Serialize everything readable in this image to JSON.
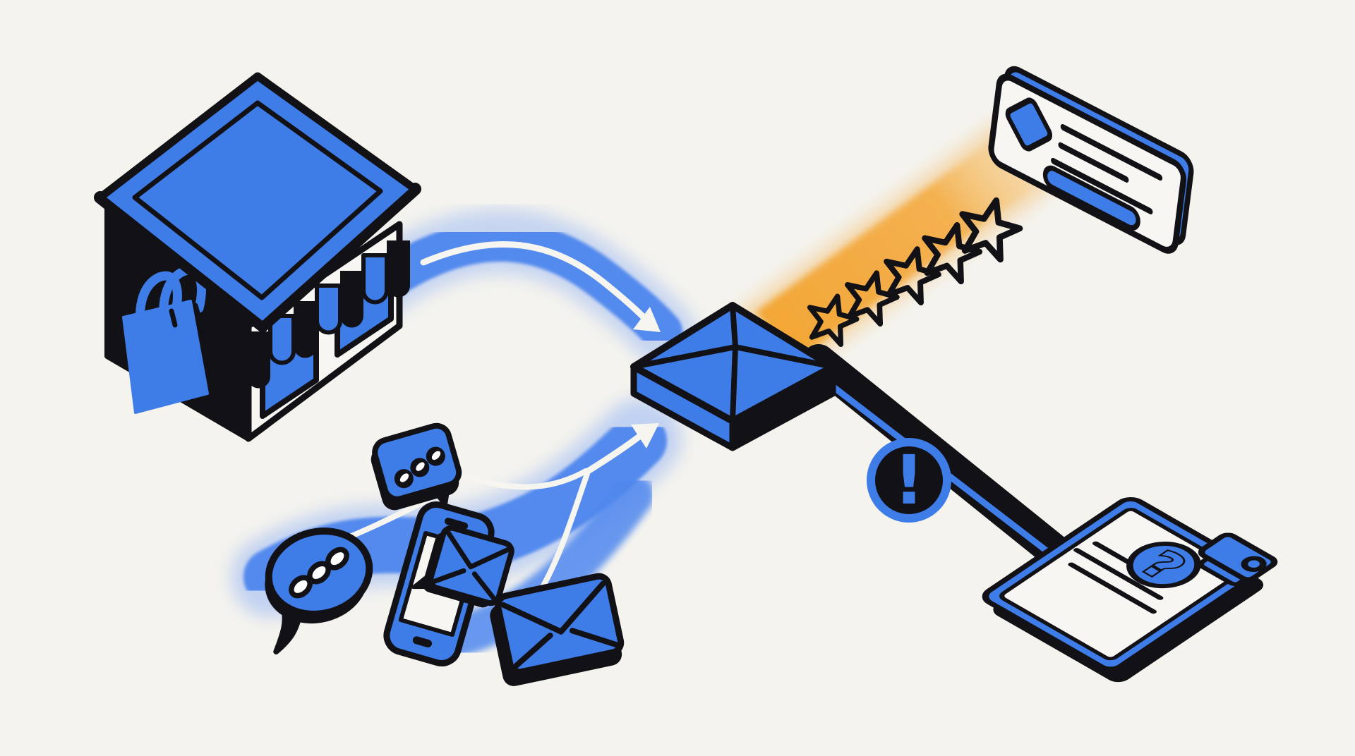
{
  "scene": {
    "description": "Isometric illustration: customer messages flow from a storefront and chat channels into a central feedback hub, which outputs a five-star review card and a flagged issue report clipboard",
    "palette": {
      "bg": "#F4F3EE",
      "blue": "#3E7CE8",
      "stream": "#4F87EE",
      "glow": "#8FB0F4",
      "ink": "#111116",
      "paper": "#F7F6F2",
      "white_line": "#F6F5F0",
      "orange": "#F2A532",
      "orange_soft": "#F6BC5F"
    }
  },
  "nodes": {
    "store": {
      "label": "Storefront"
    },
    "chat_bubble": {
      "label": "Chat message bubble",
      "dots": 3
    },
    "speech_bubble": {
      "label": "Speech bubble",
      "dots": 3
    },
    "phone": {
      "label": "Smartphone with message"
    },
    "phone_envelope": {
      "label": "Message envelope on phone"
    },
    "envelope": {
      "label": "Email envelope"
    },
    "streams": {
      "label": "Incoming message streams",
      "count": 2
    },
    "hub": {
      "label": "Feedback hub"
    },
    "rating": {
      "label": "Five star rating beam",
      "stars": 5
    },
    "review_card": {
      "label": "Review card",
      "text_lines": 3
    },
    "alert": {
      "label": "Alert badge",
      "symbol": "!"
    },
    "clipboard": {
      "label": "Issue report clipboard",
      "symbol": "?",
      "text_lines": 3
    }
  }
}
